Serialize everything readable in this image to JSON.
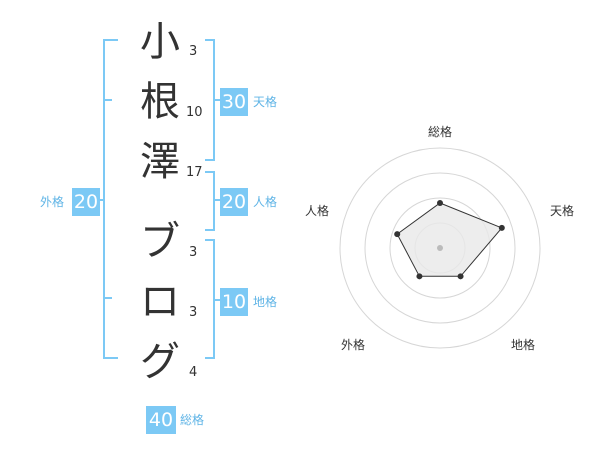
{
  "name_chars": [
    {
      "char": "小",
      "strokes": "3"
    },
    {
      "char": "根",
      "strokes": "10"
    },
    {
      "char": "澤",
      "strokes": "17"
    },
    {
      "char": "ブ",
      "strokes": "3"
    },
    {
      "char": "ロ",
      "strokes": "3"
    },
    {
      "char": "グ",
      "strokes": "4"
    }
  ],
  "fortunes": {
    "tenkaku": {
      "value": "30",
      "label": "天格"
    },
    "jinkaku": {
      "value": "20",
      "label": "人格"
    },
    "chikaku": {
      "value": "10",
      "label": "地格"
    },
    "gaikaku": {
      "value": "20",
      "label": "外格"
    },
    "soukaku": {
      "value": "40",
      "label": "総格"
    }
  },
  "radar": {
    "axes": [
      "総格",
      "天格",
      "地格",
      "外格",
      "人格"
    ],
    "values": [
      0.45,
      0.65,
      0.35,
      0.35,
      0.45
    ],
    "max": 1,
    "colors": {
      "ring": "#d6d6d6",
      "polygon_fill": "#e9e9e9",
      "polygon_stroke": "#333333",
      "point": "#333333",
      "center": "#bbbbbb"
    }
  },
  "colors": {
    "bracket": "#7cc9f5",
    "badge": "#7cc9f5",
    "text": "#333333"
  }
}
